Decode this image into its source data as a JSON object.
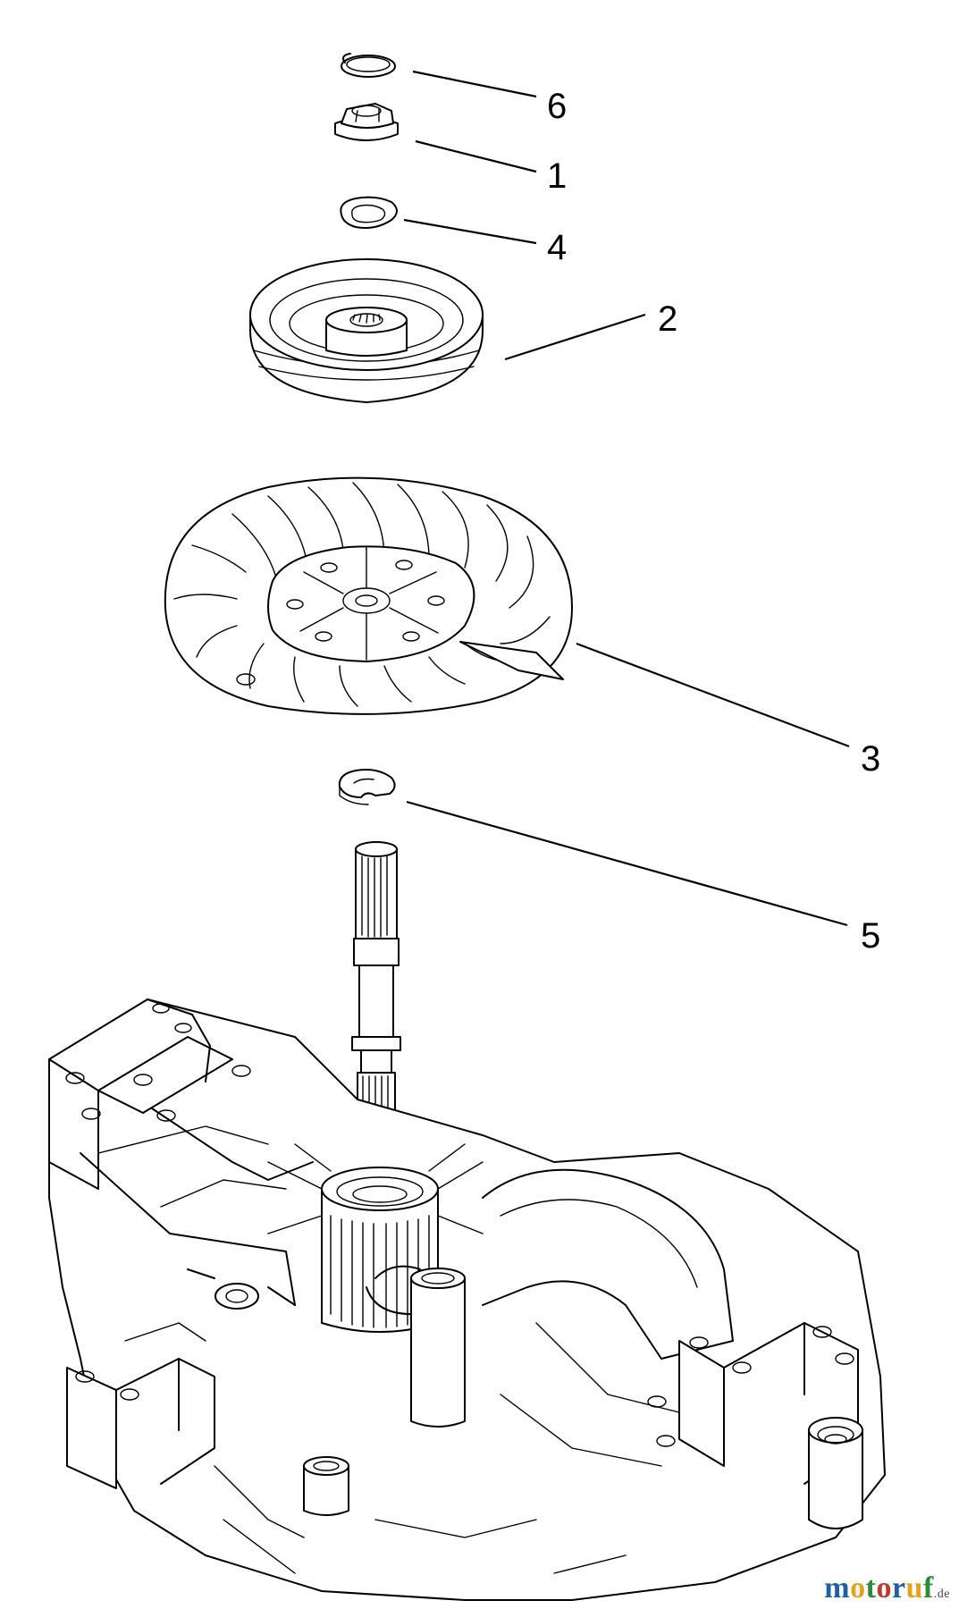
{
  "callouts": [
    {
      "number": "6",
      "part": "retaining-ring-top"
    },
    {
      "number": "1",
      "part": "nut"
    },
    {
      "number": "4",
      "part": "washer"
    },
    {
      "number": "2",
      "part": "pulley"
    },
    {
      "number": "3",
      "part": "cooling-fan"
    },
    {
      "number": "5",
      "part": "retaining-ring-shaft"
    }
  ],
  "watermark": {
    "letters": [
      "m",
      "o",
      "t",
      "o",
      "r",
      "u",
      "f"
    ],
    "suffix": ".de",
    "colors": [
      "#1f5fa8",
      "#e8a020",
      "#2e8b3a",
      "#c0392b",
      "#1f5fa8",
      "#e8a020",
      "#2e8b3a"
    ]
  }
}
